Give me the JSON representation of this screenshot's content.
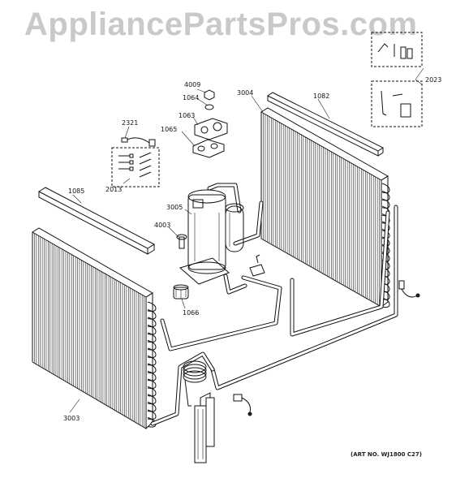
{
  "watermark": "AppliancePartsPros.com",
  "art_number": "(ART NO. WJ1800 C27)",
  "part_labels": [
    {
      "id": "l4009",
      "text": "4009"
    },
    {
      "id": "l1064",
      "text": "1064"
    },
    {
      "id": "l1063",
      "text": "1063"
    },
    {
      "id": "l1065",
      "text": "1065"
    },
    {
      "id": "l3004",
      "text": "3004"
    },
    {
      "id": "l1082",
      "text": "1082"
    },
    {
      "id": "l2023",
      "text": "2023"
    },
    {
      "id": "l2321",
      "text": "2321"
    },
    {
      "id": "l2013",
      "text": "2013"
    },
    {
      "id": "l1085",
      "text": "1085"
    },
    {
      "id": "l3005",
      "text": "3005"
    },
    {
      "id": "l4003",
      "text": "4003"
    },
    {
      "id": "l1066",
      "text": "1066"
    },
    {
      "id": "l3003",
      "text": "3003"
    }
  ]
}
